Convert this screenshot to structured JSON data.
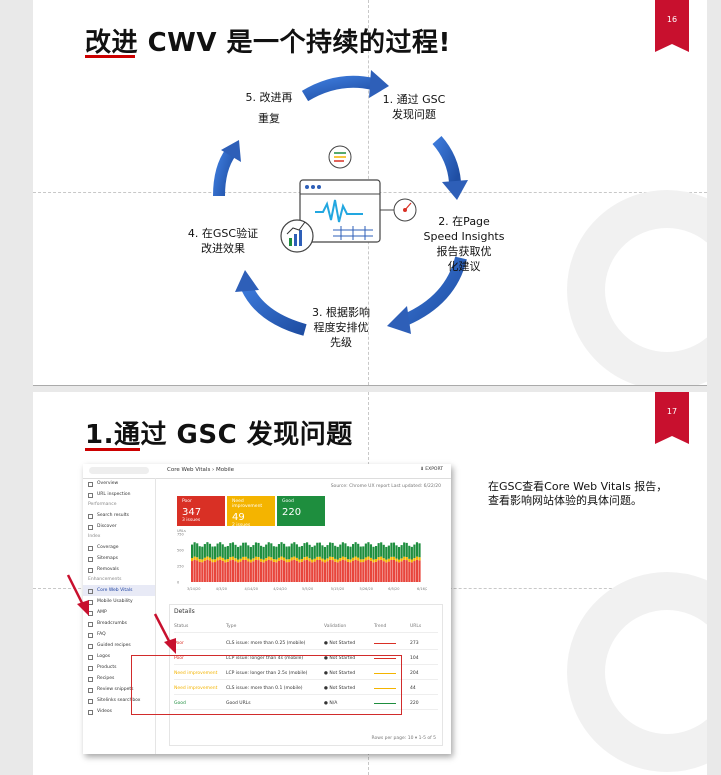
{
  "slide1": {
    "title_prefix": "改进",
    "title_rest": " CWV 是一个持续的过程!",
    "page_number": "16",
    "steps": [
      {
        "line1": "5. 改进再",
        "line2": "重复"
      },
      {
        "line1": "1. 通过 GSC",
        "line2": "发现问题"
      },
      {
        "line1": "2. 在Page",
        "line2": "Speed Insights",
        "line3": "报告获取优",
        "line4": "化建议"
      },
      {
        "line1": "3. 根据影响",
        "line2": "程度安排优",
        "line3": "先级"
      },
      {
        "line1": "4. 在GSC验证",
        "line2": "改进效果"
      }
    ],
    "arrow_color": "#2e5fb8"
  },
  "slide2": {
    "title_prefix": "1.通过",
    "title_rest": " GSC 发现问题",
    "page_number": "17",
    "description": "在GSC查看Core Web Vitals 报告，查看影响网站体验的具体问题。",
    "gsc": {
      "breadcrumb": "Core Web Vitals  ›  Mobile",
      "export": "EXPORT",
      "source": "Source: Chrome UX report",
      "updated": "Last updated: 6/22/20",
      "nav": [
        {
          "type": "item",
          "label": "Overview"
        },
        {
          "type": "item",
          "label": "URL inspection"
        },
        {
          "type": "sec",
          "label": "Performance"
        },
        {
          "type": "item",
          "label": "Search results"
        },
        {
          "type": "item",
          "label": "Discover"
        },
        {
          "type": "sec",
          "label": "Index"
        },
        {
          "type": "item",
          "label": "Coverage"
        },
        {
          "type": "item",
          "label": "Sitemaps"
        },
        {
          "type": "item",
          "label": "Removals"
        },
        {
          "type": "sec",
          "label": "Enhancements"
        },
        {
          "type": "item",
          "label": "Core Web Vitals",
          "active": true
        },
        {
          "type": "item",
          "label": "Mobile Usability"
        },
        {
          "type": "item",
          "label": "AMP"
        },
        {
          "type": "item",
          "label": "Breadcrumbs"
        },
        {
          "type": "item",
          "label": "FAQ"
        },
        {
          "type": "item",
          "label": "Guided recipes"
        },
        {
          "type": "item",
          "label": "Logos"
        },
        {
          "type": "item",
          "label": "Products"
        },
        {
          "type": "item",
          "label": "Recipes"
        },
        {
          "type": "item",
          "label": "Review snippets"
        },
        {
          "type": "item",
          "label": "Sitelinks searchbox"
        },
        {
          "type": "item",
          "label": "Videos"
        }
      ],
      "cards": [
        {
          "label": "Poor",
          "value": "347",
          "sub": "3 issues",
          "color": "#d93025"
        },
        {
          "label": "Need improvement",
          "value": "49",
          "sub": "2 issues",
          "color": "#f4b400"
        },
        {
          "label": "Good",
          "value": "220",
          "color": "#1e8e3e"
        }
      ],
      "chart_ylabel": "URLs",
      "chart_ticks": [
        "750",
        "500",
        "250",
        "0"
      ],
      "chart_dates": [
        "3/24/20",
        "4/3/20",
        "4/14/20",
        "4/24/20",
        "5/5/20",
        "5/15/20",
        "5/26/20",
        "6/5/20",
        "6/16/20"
      ],
      "details_title": "Details",
      "columns": [
        "Status",
        "Type",
        "Validation",
        "Trend",
        "URLs"
      ],
      "rows": [
        {
          "status": "Poor",
          "type": "CLS issue: more than 0.25 (mobile)",
          "validation": "Not Started",
          "urls": "273",
          "color": "#d93025"
        },
        {
          "status": "Poor",
          "type": "LCP issue: longer than 4s (mobile)",
          "validation": "Not Started",
          "urls": "104",
          "color": "#d93025"
        },
        {
          "status": "Need improvement",
          "type": "LCP issue: longer than 2.5s (mobile)",
          "validation": "Not Started",
          "urls": "204",
          "color": "#f4b400"
        },
        {
          "status": "Need improvement",
          "type": "CLS issue: more than 0.1 (mobile)",
          "validation": "Not Started",
          "urls": "44",
          "color": "#f4b400"
        },
        {
          "status": "Good",
          "type": "Good URLs",
          "validation": "N/A",
          "urls": "220",
          "color": "#1e8e3e"
        }
      ],
      "pagination": "Rows per page:  10  ▾     1-5 of 5"
    }
  }
}
